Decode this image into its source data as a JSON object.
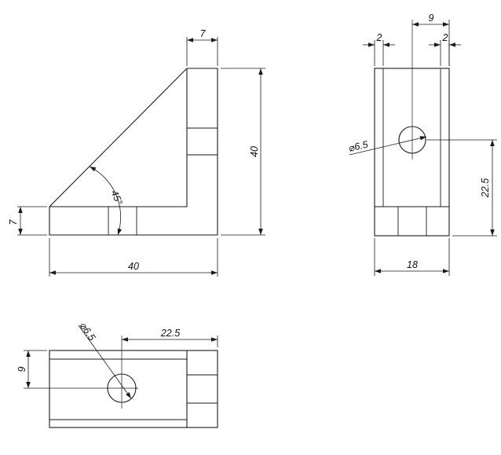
{
  "drawing": {
    "views": {
      "side": {
        "dims": {
          "top_thickness": "7",
          "height": "40",
          "bottom_thickness": "7",
          "width": "40",
          "angle": "45°"
        }
      },
      "front": {
        "dims": {
          "hole_offset": "9",
          "left_margin": "2",
          "right_margin": "2",
          "hole_diameter": "⌀6.5",
          "hole_height": "22.5",
          "width": "18"
        }
      },
      "top": {
        "dims": {
          "hole_diameter": "⌀6.5",
          "hole_distance": "22.5",
          "hole_offset": "9"
        }
      }
    }
  }
}
